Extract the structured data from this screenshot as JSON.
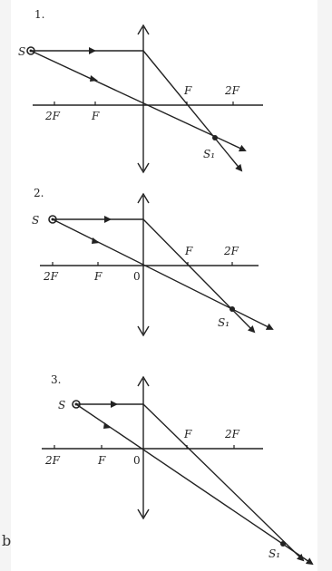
{
  "diagrams": [
    {
      "number": "1.",
      "source_label": "S",
      "image_label": "S₁",
      "axis_labels": {
        "left_2f": "2F",
        "left_f": "F",
        "right_f": "F",
        "right_2f": "2F",
        "origin": ""
      }
    },
    {
      "number": "2.",
      "source_label": "S",
      "image_label": "S₁",
      "axis_labels": {
        "left_2f": "2F",
        "left_f": "F",
        "right_f": "F",
        "right_2f": "2F",
        "origin": "0"
      }
    },
    {
      "number": "3.",
      "source_label": "S",
      "image_label": "S₁",
      "axis_labels": {
        "left_2f": "2F",
        "left_f": "F",
        "right_f": "F",
        "right_2f": "2F",
        "origin": "0"
      }
    }
  ],
  "page_stray_char": "b"
}
